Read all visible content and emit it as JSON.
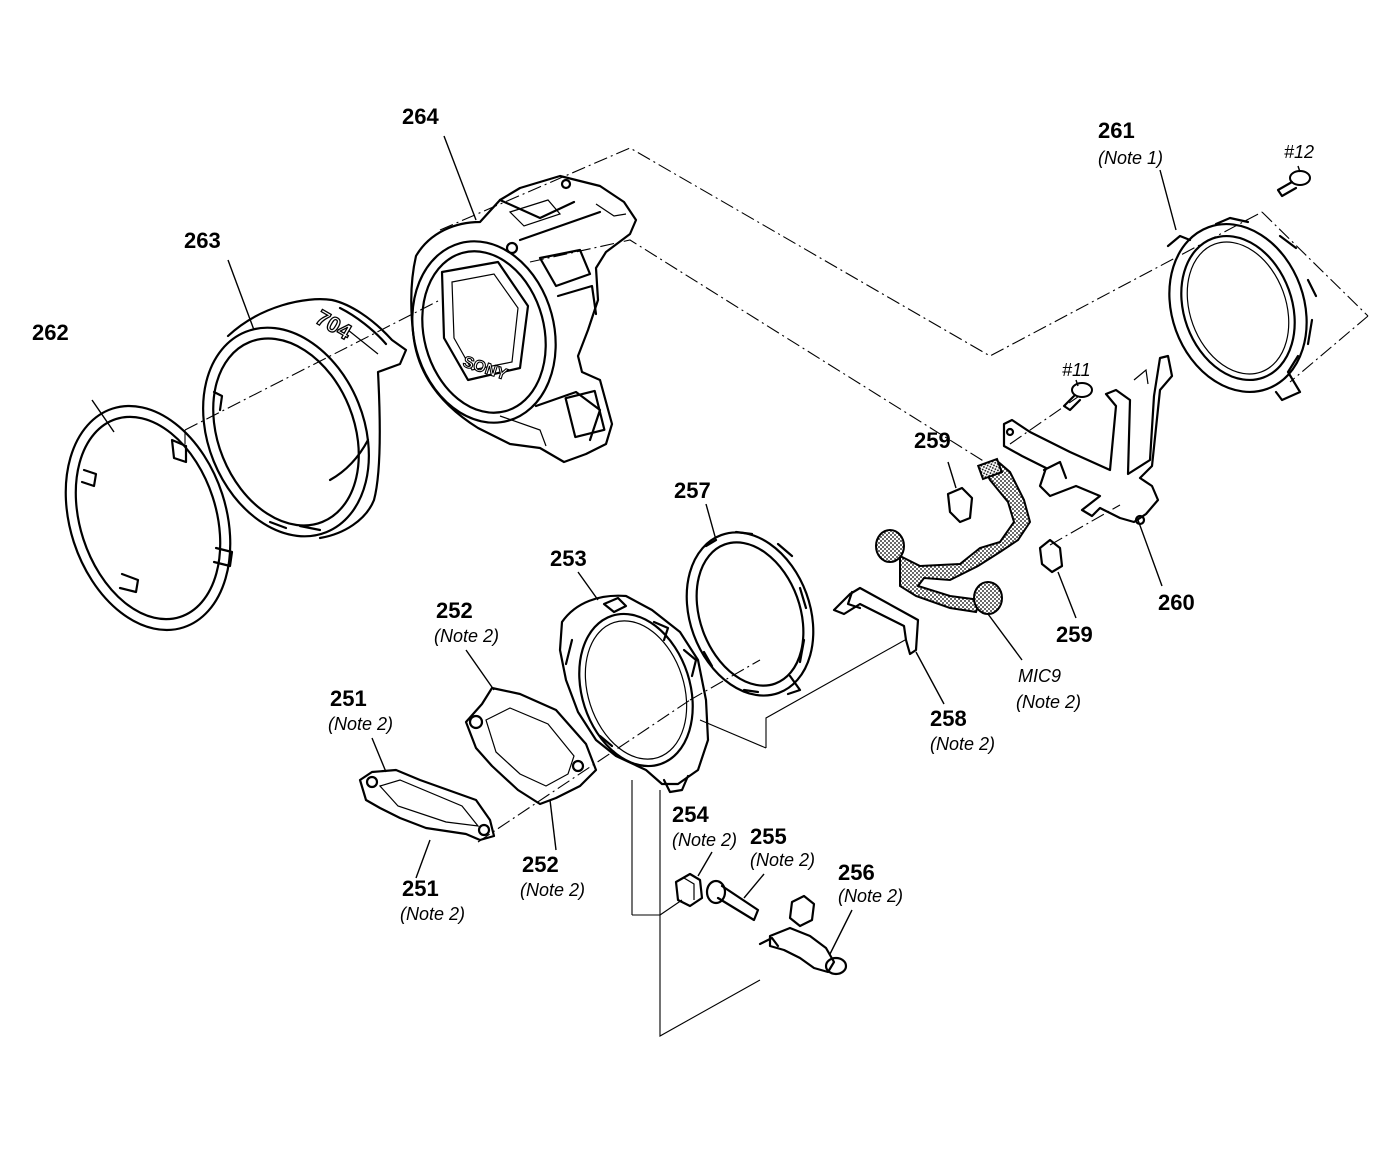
{
  "labels": {
    "p251a": {
      "num": "251",
      "note": "(Note 2)"
    },
    "p251b": {
      "num": "251",
      "note": "(Note 2)"
    },
    "p252a": {
      "num": "252",
      "note": "(Note 2)"
    },
    "p252b": {
      "num": "252",
      "note": "(Note 2)"
    },
    "p253": {
      "num": "253"
    },
    "p254": {
      "num": "254",
      "note": "(Note 2)"
    },
    "p255": {
      "num": "255",
      "note": "(Note 2)"
    },
    "p256": {
      "num": "256",
      "note": "(Note 2)"
    },
    "p257": {
      "num": "257"
    },
    "p258": {
      "num": "258",
      "note": "(Note 2)"
    },
    "p259a": {
      "num": "259"
    },
    "p259b": {
      "num": "259"
    },
    "p260": {
      "num": "260"
    },
    "p261": {
      "num": "261",
      "note": "(Note 1)"
    },
    "p262": {
      "num": "262"
    },
    "p263": {
      "num": "263"
    },
    "p264": {
      "num": "264"
    },
    "s11": {
      "note": "#11"
    },
    "s12": {
      "note": "#12"
    },
    "mic9": {
      "num": "MIC9",
      "note": "(Note 2)"
    }
  },
  "part_marks": {
    "shroud_text": "704",
    "body_logo": "SONY"
  }
}
